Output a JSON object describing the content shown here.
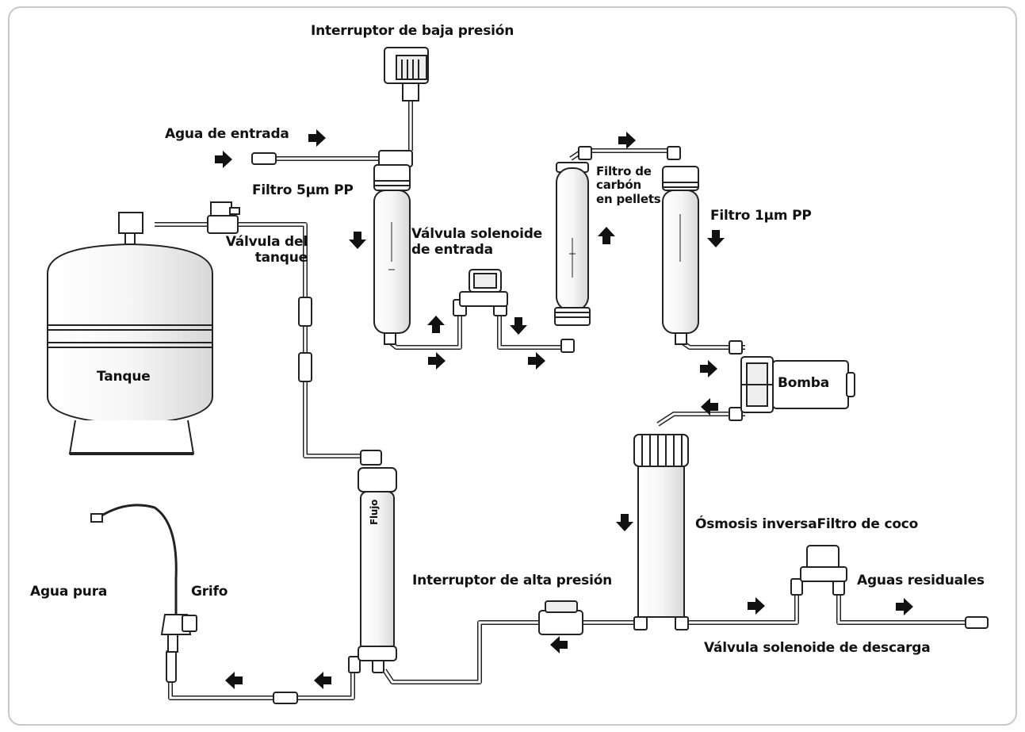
{
  "labels": {
    "low_pressure_switch": "Interruptor de baja presión",
    "inlet_water": "Agua de entrada",
    "filter_5um": "Filtro 5µm PP",
    "tank_valve_line1": "Válvula del",
    "tank_valve_line2": "tanque",
    "inlet_solenoid_line1": "Válvula solenoide",
    "inlet_solenoid_line2": "de entrada",
    "carbon_line1": "Filtro de",
    "carbon_line2": "carbón",
    "carbon_line3": "en pellets",
    "filter_1um": "Filtro 1µm PP",
    "tank": "Tanque",
    "pump": "Bomba",
    "ro_coconut": "Ósmosis inversaFiltro de coco",
    "pure_water": "Agua pura",
    "faucet": "Grifo",
    "high_pressure_switch": "Interruptor de alta presión",
    "waste_water": "Aguas residuales",
    "flush_solenoid": "Válvula solenoide de descarga",
    "flow": "Flujo"
  }
}
